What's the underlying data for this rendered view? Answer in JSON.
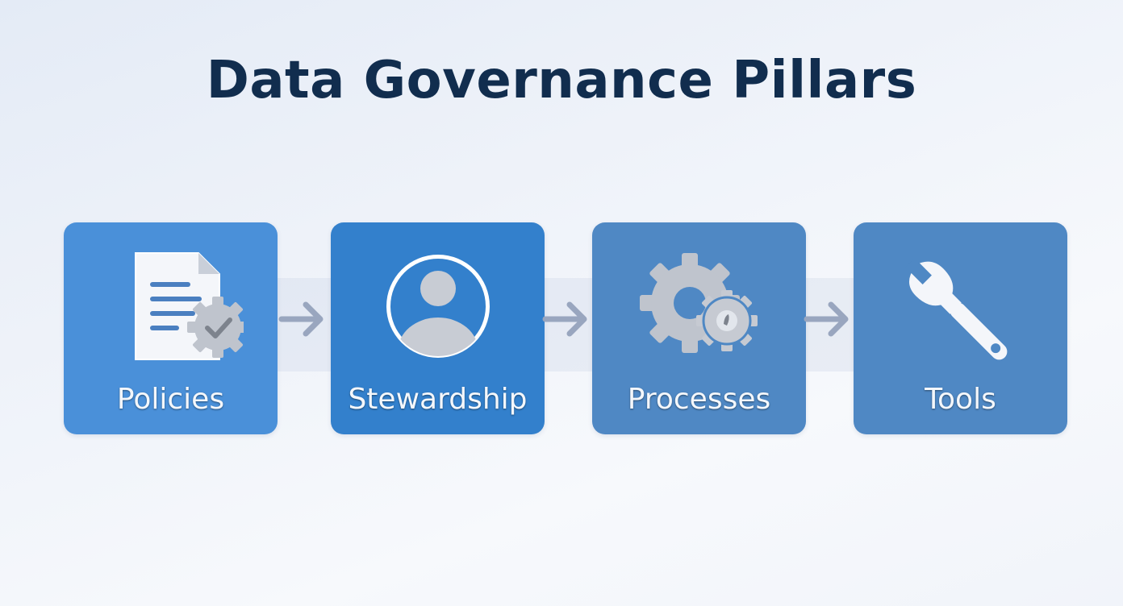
{
  "title": "Data Governance Pillars",
  "pillars": [
    {
      "label": "Policies",
      "icon": "document-gear-check-icon",
      "color": "#4a90d9"
    },
    {
      "label": "Stewardship",
      "icon": "user-circle-icon",
      "color": "#3380cc"
    },
    {
      "label": "Processes",
      "icon": "gears-icon",
      "color": "#4f88c4"
    },
    {
      "label": "Tools",
      "icon": "wrench-icon",
      "color": "#4f88c4"
    }
  ],
  "connector_color": "#99a6bf"
}
